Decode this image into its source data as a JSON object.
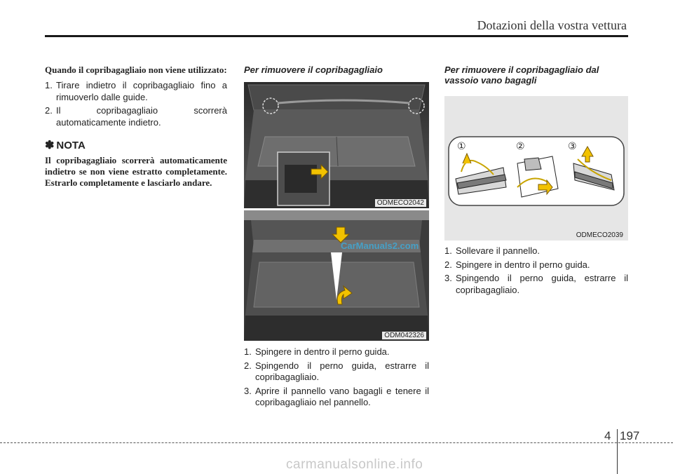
{
  "header": {
    "title": "Dotazioni della vostra vettura"
  },
  "col1": {
    "heading": "Quando il copribagagliaio non viene utilizzato:",
    "steps": [
      {
        "num": "1.",
        "text": "Tirare indietro il copribagagliaio fino a rimuoverlo dalle guide."
      },
      {
        "num": "2.",
        "text": "Il copribagagliaio scorrerà automaticamente indietro."
      }
    ],
    "nota_icon": "✽",
    "nota_label": "NOTA",
    "nota_text": "Il copribagagliaio scorrerà automaticamente indietro se non viene estratto completamente. Estrarlo completamente e lasciarlo andare."
  },
  "col2": {
    "title": "Per rimuovere il copribagagliaio",
    "fig1_caption": "ODMECO2042",
    "fig2_caption": "ODM042326",
    "steps": [
      {
        "num": "1.",
        "text": "Spingere in dentro il perno guida."
      },
      {
        "num": "2.",
        "text": "Spingendo il perno guida, estrarre il copribagagliaio."
      },
      {
        "num": "3.",
        "text": "Aprire il pannello vano bagagli e tenere il copribagagliaio nel pannello."
      }
    ]
  },
  "col3": {
    "title": "Per rimuovere il copribagagliaio dal vassoio vano bagagli",
    "fig_caption": "ODMECO2039",
    "markers": [
      "①",
      "②",
      "③"
    ],
    "steps": [
      {
        "num": "1.",
        "text": "Sollevare il pannello."
      },
      {
        "num": "2.",
        "text": "Spingere in dentro il perno guida."
      },
      {
        "num": "3.",
        "text": "Spingendo il perno guida, estrarre il copribagagliaio."
      }
    ]
  },
  "watermark": "CarManuals2.com",
  "footer": {
    "chapter": "4",
    "page": "197",
    "site": "carmanualsonline.info"
  }
}
